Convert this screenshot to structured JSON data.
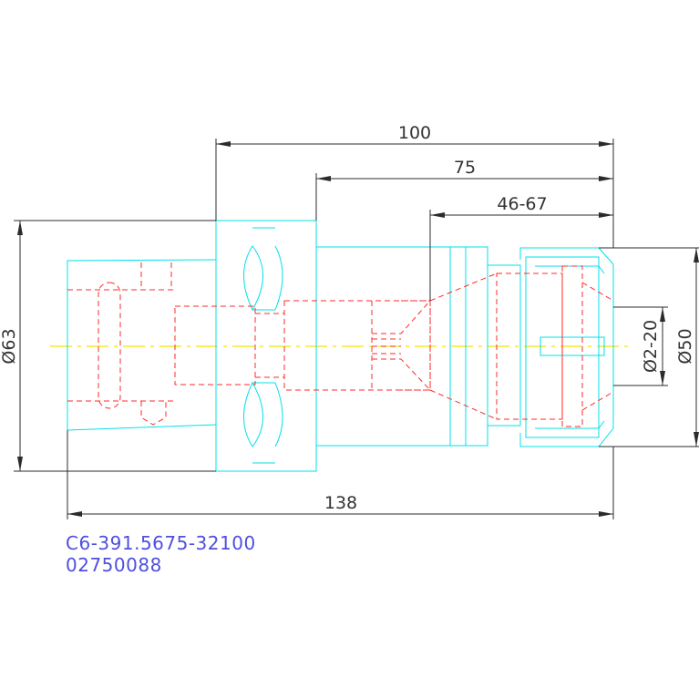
{
  "colors": {
    "outline": "#00e0e8",
    "hidden": "#ff2a2a",
    "dim": "#2b2b2b",
    "dimtext": "#333333",
    "axis": "#f2e400",
    "label": "#4f4fe0"
  },
  "dimensions": {
    "length_100": "100",
    "length_75": "75",
    "length_46_67": "46-67",
    "length_138": "138",
    "dia_63": "Ø63",
    "dia_2_20": "Ø2-20",
    "dia_50": "Ø50"
  },
  "part": {
    "code": "C6-391.5675-32100",
    "number": "02750088"
  }
}
